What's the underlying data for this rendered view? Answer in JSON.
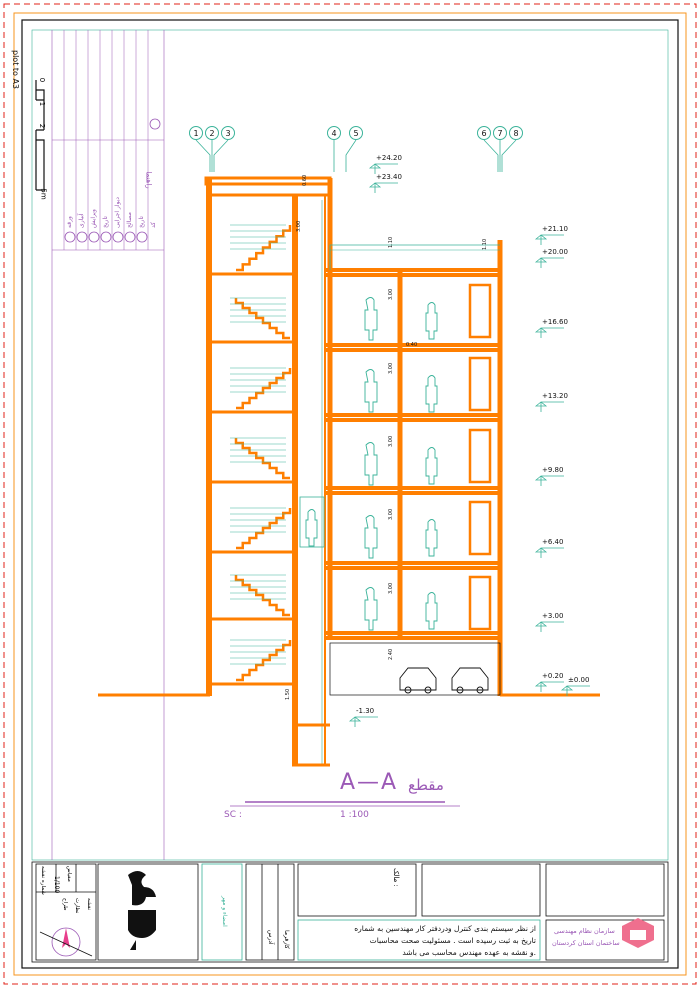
{
  "section_title": "A—A",
  "section_word": "مقطع",
  "scale_label": "SC :",
  "scale_value": "1 :100",
  "plot_note": "plot to A3",
  "scalebar": {
    "labels": [
      "0",
      "1",
      "2",
      "5m"
    ]
  },
  "grid_labels": [
    "1",
    "2",
    "3",
    "4",
    "5",
    "6",
    "7",
    "8"
  ],
  "elevations": [
    "+24.20",
    "+23.40",
    "+21.10",
    "+20.00",
    "+16.60",
    "+13.20",
    "+9.80",
    "+6.40",
    "+3.00",
    "+0.20",
    "±0.00",
    "-1.30"
  ],
  "storey_dims": [
    "3.00",
    "3.00",
    "3.00",
    "3.00",
    "3.00",
    "2.40",
    "1.10",
    "1.10",
    "1.50",
    "0.40",
    "3.00",
    "0.60"
  ],
  "legend": {
    "heading": "راهنما",
    "items": [
      "ورقه",
      "آبیاری",
      "ویرایش",
      "تاریخ",
      "دیوار اجرایی",
      "مصالح",
      "تاریخ",
      "کد"
    ]
  },
  "title_block": {
    "note_line1": "از نظر سیستم بندی کنترل ودردفتر کار مهندسین به شماره",
    "note_line2": "تاریخ    به ثبت رسیده است .    مسئولیت صحت محاسبات",
    "note_line3": "و نقشه به عهده مهندس محاسب می باشد.",
    "org_line1": "سازمان نظام مهندسی",
    "org_line2": "ساختمان استان کردستان",
    "cell_scale": "1/100",
    "cell_a": "مقیاس",
    "cell_b": "شماره نقشه",
    "cell_c": "نقشه",
    "cell_d": "نظارت",
    "cell_e": "طراح",
    "owner_label": "مالک : ",
    "client_label": "کارفرما",
    "address_label": "آدرس",
    "signature_label": "امضاء و مهر"
  },
  "colors": {
    "frame": "#e2231a",
    "accent": "#f7941d",
    "wall": "#ff7f00",
    "line": "#3bb39a",
    "legend": "#9b59b6",
    "text": "#111111"
  }
}
